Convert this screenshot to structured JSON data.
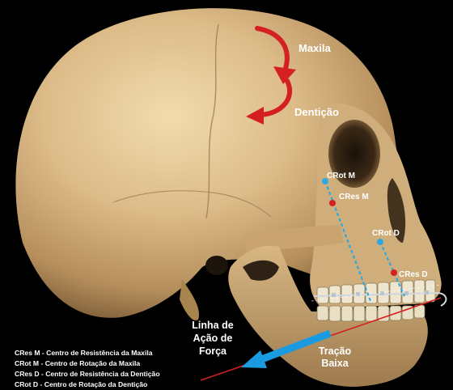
{
  "labels": {
    "maxila": "Maxila",
    "denticao": "Dentição",
    "crot_m": "CRot M",
    "cres_m": "CRes M",
    "crot_d": "CRot D",
    "cres_d": "CRes D",
    "linha_line1": "Linha de",
    "linha_line2": "Ação de",
    "linha_line3": "Força",
    "tracao_line1": "Tração",
    "tracao_line2": "Baixa"
  },
  "legend": [
    "CRes M - Centro de Resistência da Maxila",
    "CRot M - Centro de Rotação da Maxila",
    "CRes D - Centro de Resistência da Dentição",
    "CRot D - Centro de Rotação da Dentição"
  ],
  "colors": {
    "background": "#000000",
    "bone": "#d9b98a",
    "arrow_red": "#d42020",
    "marker_blue": "#2fa8e0",
    "traction_blue": "#1a9be0",
    "label_white": "#ffffff"
  }
}
